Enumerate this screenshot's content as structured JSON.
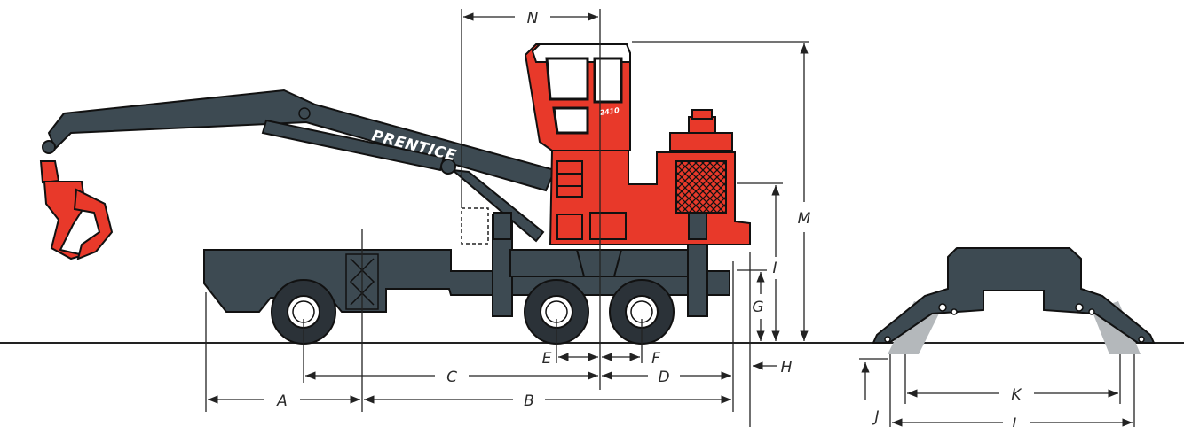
{
  "brand_text": "PRENTICE",
  "model_text": "2410",
  "dimension_labels": {
    "A": "A",
    "B": "B",
    "C": "C",
    "D": "D",
    "E": "E",
    "F": "F",
    "G": "G",
    "H": "H",
    "I": "I",
    "J": "J",
    "K": "K",
    "L": "L",
    "M": "M",
    "N": "N"
  },
  "colors": {
    "body_dark": "#3d4a52",
    "body_red": "#e8392a",
    "outline": "#111111",
    "dimension_line": "#222222",
    "shadow": "#b4b8bb"
  }
}
